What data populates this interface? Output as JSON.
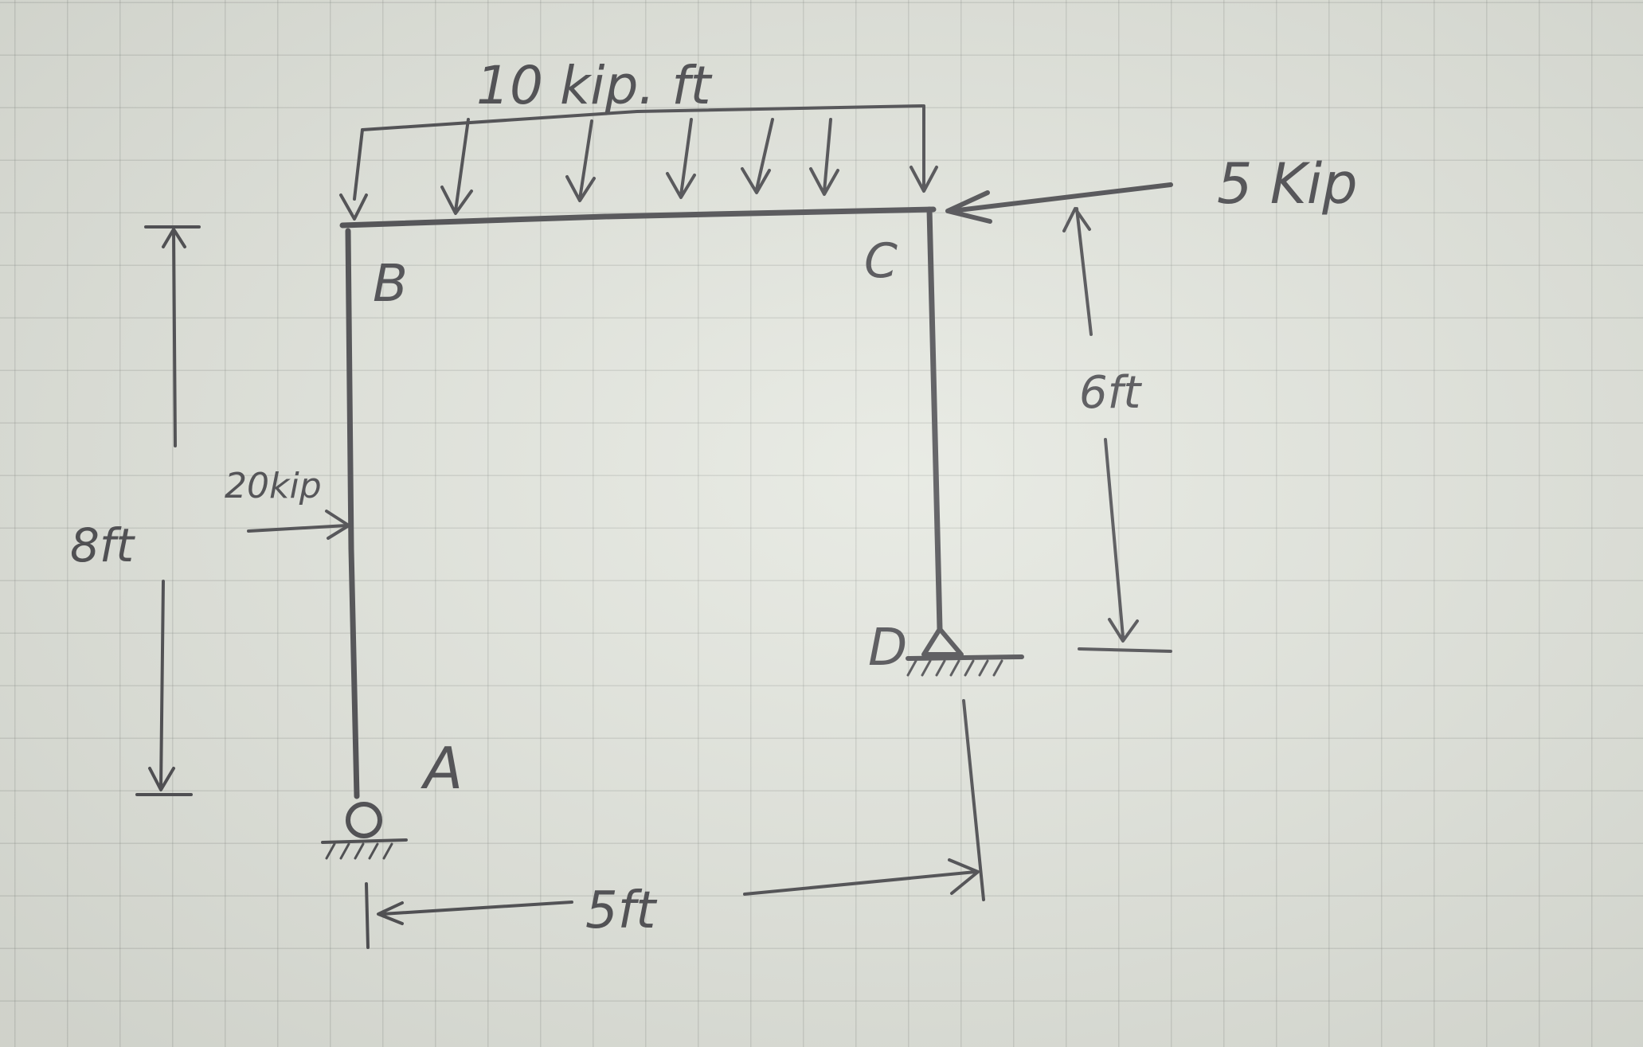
{
  "labels": {
    "node_b": "B",
    "node_c": "C",
    "node_d": "D",
    "node_a": "A"
  },
  "loads": {
    "distributed": "10 kip. ft",
    "horizontal_top": "5 Kip",
    "horizontal_left": "20kip"
  },
  "dimensions": {
    "height_left": "8ft",
    "height_right": "6ft",
    "span": "5ft"
  },
  "colors": {
    "ink": "#47474b",
    "paper": "#e4e7df",
    "grid": "#8a8f88"
  }
}
